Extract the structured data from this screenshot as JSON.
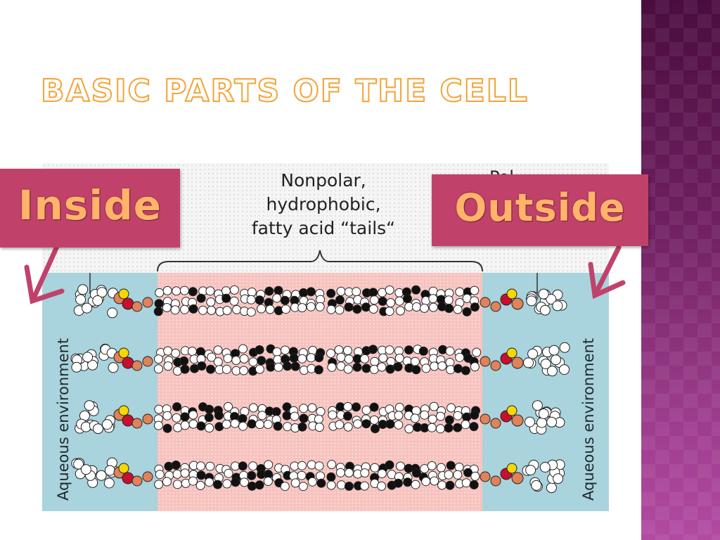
{
  "slide": {
    "title": "BASIC PARTS OF THE CELL"
  },
  "labels": {
    "inside": "Inside",
    "outside": "Outside"
  },
  "figure": {
    "nonpolar_lines": [
      "Nonpolar,",
      "hydrophobic,",
      "fatty acid “tails“"
    ],
    "polar_fragment": "Pol",
    "aqueous_left": "Aqueous environment",
    "aqueous_right": "Aqueous environment"
  },
  "colors": {
    "title_outline": "#f3a43a",
    "label_box": "#c0426a",
    "label_text": "#ffb46a",
    "aqueous": "#a9d3dd",
    "nonpolar": "#f7c3bf",
    "sidebar": "#6e1f60",
    "arrow": "#c0426a"
  }
}
